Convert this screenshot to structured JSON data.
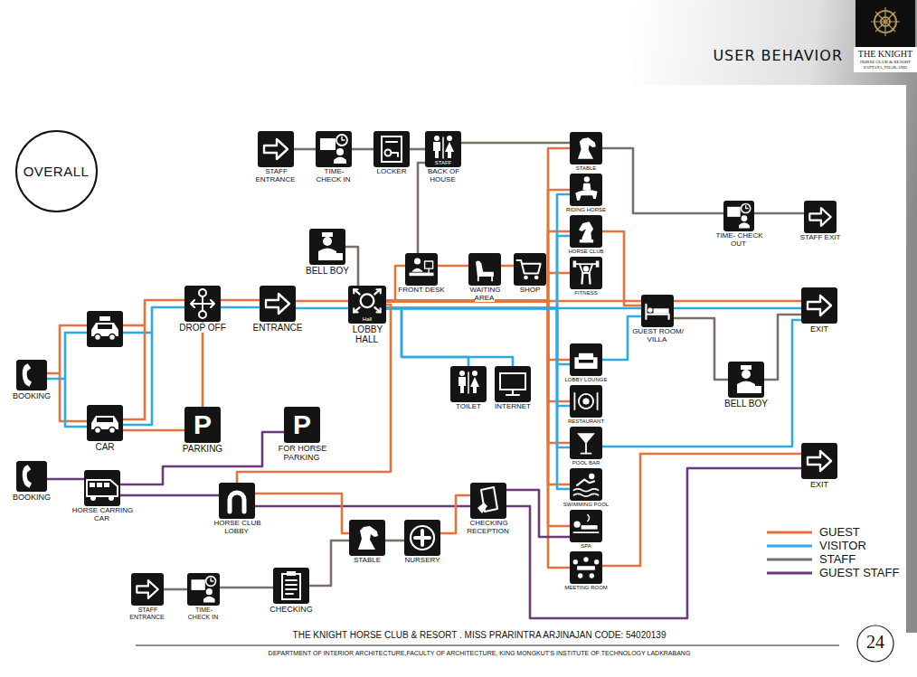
{
  "diagram": {
    "title": "USER BEHAVIOR",
    "nodes": [
      {
        "text": [
          "OVERALL"
        ]
      },
      {
        "text": [
          "STAFF ENTRANCE"
        ]
      },
      {
        "text": [
          "TIME- CHECK IN"
        ]
      },
      {
        "text": [
          "LOCKER"
        ]
      },
      {
        "text": [
          "STAFF",
          "BACK OF HOUSE"
        ]
      },
      {
        "text": [
          "STABLE"
        ]
      },
      {
        "text": [
          "RIDING HORSE"
        ]
      },
      {
        "text": [
          "HORSE CLUB"
        ]
      },
      {
        "text": [
          "FITNESS"
        ]
      },
      {
        "text": [
          "TIME- CHECK OUT"
        ]
      },
      {
        "text": [
          "STAFF EXIT"
        ]
      },
      {
        "text": [
          "BELL BOY"
        ]
      },
      {
        "text": [
          "FRONT DESK"
        ]
      },
      {
        "text": [
          "WAITING AREA"
        ]
      },
      {
        "text": [
          "SHOP"
        ]
      },
      {
        "text": [
          "DROP OFF"
        ]
      },
      {
        "text": [
          "ENTRANCE"
        ]
      },
      {
        "text": [
          "Hall",
          "LOBBY HALL"
        ]
      },
      {
        "text": [
          "GUEST ROOM/ VILLA"
        ]
      },
      {
        "text": [
          "EXIT"
        ]
      },
      {
        "text": [
          "BOOKING"
        ]
      },
      {
        "text": [
          "TOILET"
        ]
      },
      {
        "text": [
          "INTERNET"
        ]
      },
      {
        "text": [
          "LOBBY LOUNGE"
        ]
      },
      {
        "text": [
          "RESTAURANT"
        ]
      },
      {
        "text": [
          "BELL BOY"
        ]
      },
      {
        "text": [
          "CAR"
        ]
      },
      {
        "text": [
          "P",
          "PARKING"
        ]
      },
      {
        "text": [
          "P",
          "FOR HORSE PARKING"
        ]
      },
      {
        "text": [
          "POOL BAR"
        ]
      },
      {
        "text": [
          "EXIT"
        ]
      },
      {
        "text": [
          "BOOKING"
        ]
      },
      {
        "text": [
          "HORSE CARRING CAR"
        ]
      },
      {
        "text": [
          "HORSE CLUB LOBBY"
        ]
      },
      {
        "text": [
          "SWIMMING POOL"
        ]
      },
      {
        "text": [
          "CHECKING RECEPTION"
        ]
      },
      {
        "text": [
          "STABLE"
        ]
      },
      {
        "text": [
          "NURSERY"
        ]
      },
      {
        "text": [
          "SPA"
        ]
      },
      {
        "text": [
          "STAFF ENTRANCE"
        ]
      },
      {
        "text": [
          "TIME- CHECK IN"
        ]
      },
      {
        "text": [
          "CHECKING"
        ]
      },
      {
        "text": [
          "MEETING ROOM"
        ]
      }
    ],
    "edges": [
      {
        "from": 20,
        "to": 26,
        "arrow": "none"
      },
      {
        "from": 20,
        "to": 26,
        "arrow": "none"
      },
      {
        "from": 26,
        "to": 15,
        "arrow": "none"
      },
      {
        "from": 26,
        "to": 15,
        "arrow": "none"
      },
      {
        "from": 26,
        "to": 27,
        "arrow": "none"
      },
      {
        "from": 15,
        "to": 16,
        "arrow": "none"
      },
      {
        "from": 15,
        "to": 16,
        "arrow": "none"
      },
      {
        "from": 27,
        "to": 15,
        "arrow": "none"
      },
      {
        "from": 16,
        "to": 17,
        "arrow": "none"
      },
      {
        "from": 16,
        "to": 17,
        "arrow": "none"
      },
      {
        "from": 17,
        "to": 12,
        "arrow": "none"
      },
      {
        "from": 12,
        "to": 13,
        "arrow": "none"
      },
      {
        "from": 13,
        "to": 14,
        "arrow": "none"
      },
      {
        "from": 17,
        "to": 18,
        "arrow": "none"
      },
      {
        "from": 17,
        "to": 18,
        "arrow": "none"
      },
      {
        "from": 18,
        "to": 19,
        "arrow": "none"
      },
      {
        "from": 18,
        "to": 19,
        "arrow": "none"
      },
      {
        "from": 11,
        "to": 17,
        "arrow": "none"
      },
      {
        "from": 17,
        "to": 21,
        "arrow": "none"
      },
      {
        "from": 17,
        "to": 22,
        "arrow": "none"
      },
      {
        "from": 17,
        "to": 5,
        "arrow": "none"
      },
      {
        "from": 17,
        "to": 6,
        "arrow": "none"
      },
      {
        "from": 17,
        "to": 7,
        "arrow": "none"
      },
      {
        "from": 17,
        "to": 8,
        "arrow": "none"
      },
      {
        "from": 17,
        "to": 23,
        "arrow": "none"
      },
      {
        "from": 17,
        "to": 24,
        "arrow": "none"
      },
      {
        "from": 17,
        "to": 29,
        "arrow": "none"
      },
      {
        "from": 17,
        "to": 34,
        "arrow": "none"
      },
      {
        "from": 17,
        "to": 38,
        "arrow": "none"
      },
      {
        "from": 17,
        "to": 42,
        "arrow": "none"
      },
      {
        "from": 17,
        "to": 6,
        "arrow": "none"
      },
      {
        "from": 17,
        "to": 7,
        "arrow": "none"
      },
      {
        "from": 17,
        "to": 23,
        "arrow": "none"
      },
      {
        "from": 17,
        "to": 24,
        "arrow": "none"
      },
      {
        "from": 17,
        "to": 29,
        "arrow": "none"
      },
      {
        "from": 17,
        "to": 34,
        "arrow": "none"
      },
      {
        "from": 1,
        "to": 2,
        "arrow": "none"
      },
      {
        "from": 2,
        "to": 3,
        "arrow": "none"
      },
      {
        "from": 3,
        "to": 4,
        "arrow": "none"
      },
      {
        "from": 4,
        "to": 5,
        "arrow": "none"
      },
      {
        "from": 5,
        "to": 9,
        "arrow": "none"
      },
      {
        "from": 9,
        "to": 10,
        "arrow": "none"
      },
      {
        "from": 4,
        "to": 12,
        "arrow": "none"
      },
      {
        "from": 18,
        "to": 25,
        "arrow": "none"
      },
      {
        "from": 25,
        "to": 19,
        "arrow": "none"
      },
      {
        "from": 29,
        "to": 19,
        "arrow": "none"
      },
      {
        "from": 7,
        "to": 18,
        "arrow": "none"
      },
      {
        "from": 23,
        "to": 18,
        "arrow": "none"
      },
      {
        "from": 42,
        "to": 30,
        "arrow": "none"
      },
      {
        "from": 31,
        "to": 32,
        "arrow": "none"
      },
      {
        "from": 32,
        "to": 33,
        "arrow": "none"
      },
      {
        "from": 32,
        "to": 28,
        "arrow": "none"
      },
      {
        "from": 33,
        "to": 35,
        "arrow": "none"
      },
      {
        "from": 35,
        "to": 30,
        "arrow": "none"
      },
      {
        "from": 35,
        "to": 38,
        "arrow": "none"
      },
      {
        "from": 39,
        "to": 40,
        "arrow": "none"
      },
      {
        "from": 40,
        "to": 41,
        "arrow": "none"
      },
      {
        "from": 41,
        "to": 36,
        "arrow": "none"
      },
      {
        "from": 36,
        "to": 37,
        "arrow": "none"
      },
      {
        "from": 17,
        "to": 33,
        "arrow": "none"
      },
      {
        "from": 33,
        "to": 36,
        "arrow": "none"
      },
      {
        "from": 37,
        "to": 35,
        "arrow": "none"
      }
    ],
    "labels": [
      "THE KNIGHT",
      "HORSE CLUB & RESORT",
      "PATTAYA,THAILAND",
      "THE KNIGHT HORSE CLUB & RESORT . MISS PRARINTRA ARJINAJAN CODE: 54020139",
      "DEPARTMENT OF INTERIOR ARCHITECTURE,FACULTY OF ARCHITECTURE, KING MONGKUT'S INSTITUTE OF TECHNOLOGY LADKRABANG",
      "24"
    ],
    "legend": [
      {
        "text": "GUEST"
      },
      {
        "text": "VISITOR"
      },
      {
        "text": "STAFF"
      },
      {
        "text": "GUEST STAFF"
      }
    ]
  }
}
